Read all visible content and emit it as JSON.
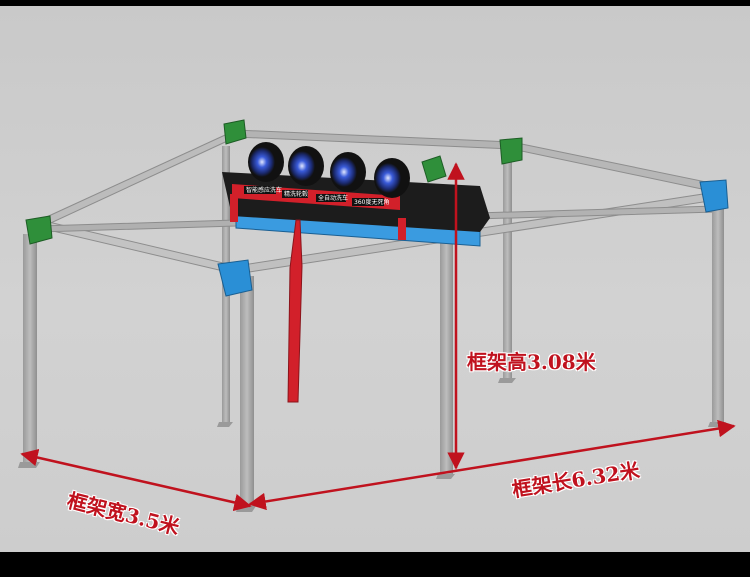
{
  "dimensions": {
    "height_label": "框架高3.08米",
    "length_label": "框架长6.32米",
    "width_label": "框架宽3.5米"
  },
  "machine": {
    "panel_texts": [
      "智能感应洗车",
      "精洗轮毂",
      "全自动洗车",
      "360度无死角"
    ]
  },
  "colors": {
    "frame_steel": "#a9a9a9",
    "corner_green": "#2f8f3a",
    "corner_blue": "#2a8fd6",
    "dimension_red": "#c0121e",
    "machine_red": "#d2202a",
    "machine_black": "#1c1c1c",
    "tire_blue": "#3a5bd9"
  }
}
